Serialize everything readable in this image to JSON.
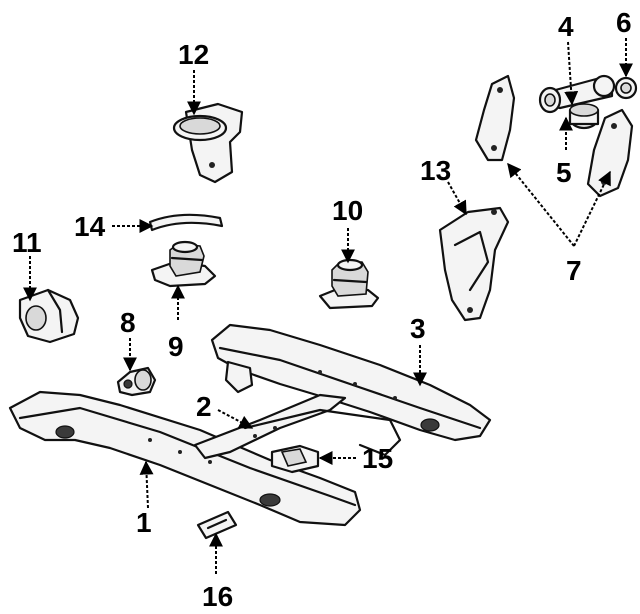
{
  "callouts": [
    {
      "key": "c1",
      "text": "1"
    },
    {
      "key": "c2",
      "text": "2"
    },
    {
      "key": "c3",
      "text": "3"
    },
    {
      "key": "c4",
      "text": "4"
    },
    {
      "key": "c5",
      "text": "5"
    },
    {
      "key": "c6",
      "text": "6"
    },
    {
      "key": "c7",
      "text": "7"
    },
    {
      "key": "c8",
      "text": "8"
    },
    {
      "key": "c9",
      "text": "9"
    },
    {
      "key": "c10",
      "text": "10"
    },
    {
      "key": "c11",
      "text": "11"
    },
    {
      "key": "c12",
      "text": "12"
    },
    {
      "key": "c13",
      "text": "13"
    },
    {
      "key": "c14",
      "text": "14"
    },
    {
      "key": "c15",
      "text": "15"
    },
    {
      "key": "c16",
      "text": "16"
    }
  ],
  "labels": {
    "c1": "1",
    "c2": "2",
    "c3": "3",
    "c4": "4",
    "c5": "5",
    "c6": "6",
    "c7": "7",
    "c8": "8",
    "c9": "9",
    "c10": "10",
    "c11": "11",
    "c12": "12",
    "c13": "13",
    "c14": "14",
    "c15": "15",
    "c16": "16"
  },
  "colors": {
    "ink": "#000000",
    "background": "#ffffff"
  }
}
